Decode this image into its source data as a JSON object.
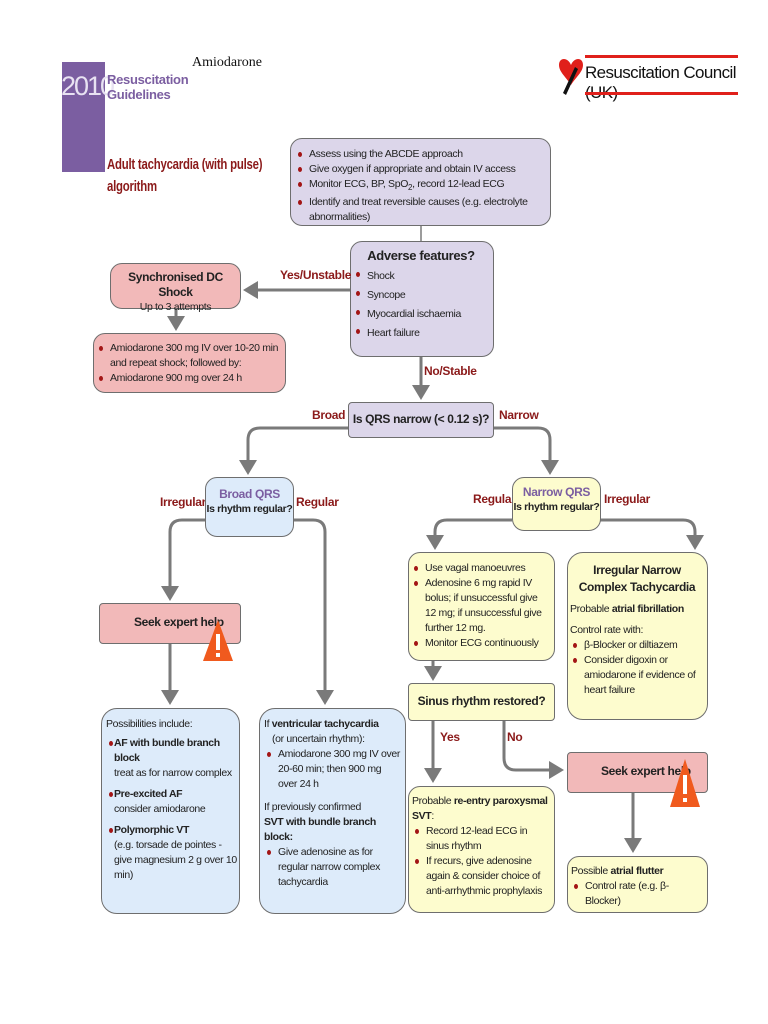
{
  "header": {
    "doc_label": "Amiodarone",
    "year": "2010",
    "guidelines_line1": "Resuscitation",
    "guidelines_line2": "Guidelines",
    "logo_text": "Resuscitation Council (UK)",
    "title_line1": "Adult tachycardia (with pulse)",
    "title_line2": "algorithm"
  },
  "colors": {
    "purple": "#7b5ea1",
    "dark_red": "#8b1a1a",
    "logo_red": "#e0201b",
    "warning_orange": "#f05a1e"
  },
  "assess": {
    "items": [
      "Assess using the ABCDE approach",
      "Give oxygen if appropriate and obtain IV access",
      "Monitor ECG, BP, SpO",
      "2",
      ", record 12-lead ECG",
      "Identify and treat reversible causes (e.g. electrolyte abnormalities)"
    ]
  },
  "adverse": {
    "title": "Adverse features?",
    "items": [
      "Shock",
      "Syncope",
      "Myocardial ischaemia",
      "Heart failure"
    ]
  },
  "labels": {
    "yes_unstable": "Yes/Unstable",
    "no_stable": "No/Stable",
    "broad": "Broad",
    "narrow": "Narrow",
    "irregular_left": "Irregular",
    "regular_left": "Regular",
    "regular_right": "Regular",
    "irregular_right": "Irregular",
    "yes": "Yes",
    "no": "No"
  },
  "shock": {
    "title": "Synchronised DC Shock",
    "subtitle": "Up to 3 attempts"
  },
  "amio": {
    "items": [
      "Amiodarone 300 mg IV over 10-20 min and repeat shock; followed by:",
      "Amiodarone 900 mg over 24 h"
    ]
  },
  "qrs": {
    "question": "Is QRS narrow (< 0.12 s)?"
  },
  "broad_qrs": {
    "title": "Broad QRS",
    "question": "Is rhythm regular?"
  },
  "narrow_qrs": {
    "title": "Narrow QRS",
    "question": "Is rhythm regular?"
  },
  "seek_left": {
    "label": "Seek expert help"
  },
  "seek_right": {
    "label": "Seek expert help"
  },
  "possibilities": {
    "intro": "Possibilities include:",
    "items": [
      {
        "bold": "AF with bundle branch block",
        "text": "treat as for narrow complex"
      },
      {
        "bold": "Pre-excited AF",
        "text": "consider amiodarone"
      },
      {
        "bold": "Polymorphic VT",
        "text": "(e.g. torsade de pointes - give magnesium 2 g over 10 min)"
      }
    ]
  },
  "vt": {
    "if": "If ",
    "bold": "ventricular tachycardia",
    "uncertain": "(or uncertain rhythm):",
    "item1": "Amiodarone 300 mg IV over 20-60 min; then 900 mg over 24 h",
    "prev": "If previously confirmed",
    "svt": "SVT with bundle branch block:",
    "item2": "Give adenosine as for regular narrow complex tachycardia"
  },
  "vagal": {
    "items": [
      "Use vagal manoeuvres",
      "Adenosine 6 mg rapid IV bolus; if unsuccessful give 12 mg; if unsuccessful give further 12 mg.",
      "Monitor ECG continuously"
    ]
  },
  "irregular_narrow": {
    "title": "Irregular Narrow Complex Tachycardia",
    "probable": "Probable ",
    "af": "atrial fibrillation",
    "control": "Control rate with:",
    "items": [
      "β-Blocker or diltiazem",
      "Consider digoxin or amiodarone if evidence of heart failure"
    ]
  },
  "sinus": {
    "question": "Sinus rhythm restored?"
  },
  "reentry": {
    "probable": "Probable ",
    "bold": "re-entry paroxysmal SVT",
    "colon": ":",
    "items": [
      "Record 12-lead ECG in sinus rhythm",
      "If recurs, give adenosine again & consider choice of anti-arrhythmic prophylaxis"
    ]
  },
  "flutter": {
    "possible": "Possible ",
    "bold": "atrial flutter",
    "items": [
      "Control rate (e.g. β-Blocker)"
    ]
  }
}
